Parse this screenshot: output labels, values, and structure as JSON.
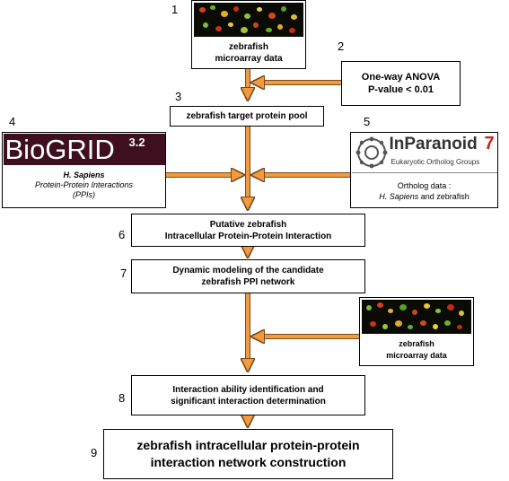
{
  "steps": {
    "n1": "1",
    "n2": "2",
    "n3": "3",
    "n4": "4",
    "n5": "5",
    "n6": "6",
    "n7": "7",
    "n8": "8",
    "n9": "9"
  },
  "microarray1": {
    "line1": "zebrafish",
    "line2": "microarray data"
  },
  "anova": {
    "line1": "One-way ANOVA",
    "line2": "P-value < 0.01"
  },
  "pool": {
    "label": "zebrafish target protein pool"
  },
  "biogrid": {
    "logo_main": "BioGRID",
    "logo_version": "3.2",
    "line1": "H. Sapiens",
    "line2": "Protein-Protein Interactions",
    "line3": "(PPIs)"
  },
  "inparanoid": {
    "logo_main": "InParanoid",
    "logo_version": "7",
    "logo_sub": "Eukaryotic Ortholog Groups",
    "line1": "Ortholog data :",
    "line2_italic": "H. Sapiens",
    "line2_rest": " and zebrafish"
  },
  "putative": {
    "line1": "Putative zebrafish",
    "line2": "Intracellular Protein-Protein Interaction"
  },
  "dynamic": {
    "line1": "Dynamic modeling  of the candidate",
    "line2": "zebrafish PPI network"
  },
  "microarray2": {
    "line1": "zebrafish",
    "line2": "microarray data"
  },
  "ability": {
    "line1": "Interaction ability identification and",
    "line2": "significant interaction determination"
  },
  "final": {
    "line1": "zebrafish intracellular protein-protein",
    "line2": "interaction network construction"
  },
  "colors": {
    "arrow": "#f39a3e",
    "arrow_edge": "#7a4a1c",
    "biogrid_bg": "#3d0f1f"
  }
}
